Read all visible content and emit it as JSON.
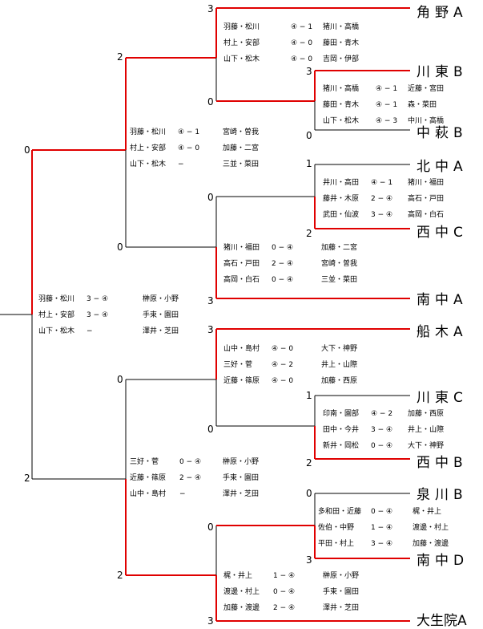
{
  "colors": {
    "line": "#000000",
    "winner_line": "#e00000"
  },
  "teams": [
    "角野A",
    "川東B",
    "中萩B",
    "北中A",
    "西中C",
    "南中A",
    "船木A",
    "川東C",
    "西中B",
    "泉川B",
    "南中D",
    "大生院A"
  ],
  "scores": {
    "final_top": "0",
    "final_bottom": "2",
    "semi_1": "2",
    "semi_2": "0",
    "semi_3": "0",
    "semi_4": "2",
    "r2_1": "3",
    "r2_2": "0",
    "r2_3": "0",
    "r2_4": "3",
    "r2_5": "3",
    "r2_6": "0",
    "r2_7": "0",
    "r2_8": "3",
    "r1_1": "3",
    "r1_2": "0",
    "r1_3": "1",
    "r1_4": "2",
    "r1_5": "1",
    "r1_6": "2",
    "r1_7": "0",
    "r1_8": "3"
  },
  "matches": {
    "m_kawahigashiB_nakahagiB": [
      {
        "left": "猪川・高橋",
        "score": "④ − 1",
        "right": "近藤・宮田"
      },
      {
        "left": "藤田・青木",
        "score": "④ − 1",
        "right": "森・菜田"
      },
      {
        "left": "山下・松木",
        "score": "④ − 3",
        "right": "中川・高橋"
      }
    ],
    "m_tsunoA_r2": [
      {
        "left": "羽藤・松川",
        "score": "④ − 1",
        "right": "猪川・高橋"
      },
      {
        "left": "村上・安部",
        "score": "④ − 0",
        "right": "藤田・青木"
      },
      {
        "left": "山下・松木",
        "score": "④ − 0",
        "right": "吉岡・伊部"
      }
    ],
    "m_kitaA_nishiC": [
      {
        "left": "井川・高田",
        "score": "④ − 1",
        "right": "猪川・福田"
      },
      {
        "left": "藤井・木原",
        "score": "2 − ④",
        "right": "高石・戸田"
      },
      {
        "left": "武田・仙波",
        "score": "3 − ④",
        "right": "高岡・白石"
      }
    ],
    "m_nishiC_minamiA": [
      {
        "left": "猪川・福田",
        "score": "0 − ④",
        "right": "加藤・二宮"
      },
      {
        "left": "高石・戸田",
        "score": "2 − ④",
        "right": "宮崎・曽我"
      },
      {
        "left": "高岡・白石",
        "score": "0 − ④",
        "right": "三並・菜田"
      }
    ],
    "m_semi_top": [
      {
        "left": "羽藤・松川",
        "score": "④ − 1",
        "right": "宮崎・曽我"
      },
      {
        "left": "村上・安部",
        "score": "④ − 0",
        "right": "加藤・二宮"
      },
      {
        "left": "山下・松木",
        "score": "−",
        "right": "三並・菜田"
      }
    ],
    "m_final": [
      {
        "left": "羽藤・松川",
        "score": "3 − ④",
        "right": "榊原・小野"
      },
      {
        "left": "村上・安部",
        "score": "3 − ④",
        "right": "手束・園田"
      },
      {
        "left": "山下・松木",
        "score": "−",
        "right": "澤井・芝田"
      }
    ],
    "m_funakiA_r2": [
      {
        "left": "山中・島村",
        "score": "④ − 0",
        "right": "大下・神野"
      },
      {
        "left": "三好・菅",
        "score": "④ − 2",
        "right": "井上・山際"
      },
      {
        "left": "近藤・篠原",
        "score": "④ − 0",
        "right": "加藤・西原"
      }
    ],
    "m_kawahigashiC_nishiB": [
      {
        "left": "印南・園部",
        "score": "④ − 2",
        "right": "加藤・西原"
      },
      {
        "left": "田中・今井",
        "score": "3 − ④",
        "right": "井上・山際"
      },
      {
        "left": "新井・岡松",
        "score": "0 − ④",
        "right": "大下・神野"
      }
    ],
    "m_semi_bottom": [
      {
        "left": "三好・菅",
        "score": "0 − ④",
        "right": "榊原・小野"
      },
      {
        "left": "近藤・篠原",
        "score": "2 − ④",
        "right": "手束・園田"
      },
      {
        "left": "山中・島村",
        "score": "−",
        "right": "澤井・芝田"
      }
    ],
    "m_izumigawaB_minamiD": [
      {
        "left": "多和田・近藤",
        "score": "0 − ④",
        "right": "梶・井上"
      },
      {
        "left": "佐伯・中野",
        "score": "1 − ④",
        "right": "渡邊・村上"
      },
      {
        "left": "平田・村上",
        "score": "3 − ④",
        "right": "加藤・渡邊"
      }
    ],
    "m_minamiD_oikubo": [
      {
        "left": "梶・井上",
        "score": "1 − ④",
        "right": "榊原・小野"
      },
      {
        "left": "渡邊・村上",
        "score": "0 − ④",
        "right": "手束・園田"
      },
      {
        "left": "加藤・渡邊",
        "score": "2 − ④",
        "right": "澤井・芝田"
      }
    ]
  }
}
